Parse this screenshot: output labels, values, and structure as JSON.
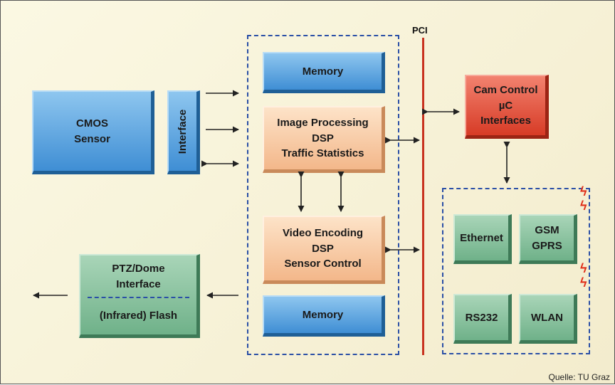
{
  "bus_label": "PCI",
  "boxes": {
    "cmos": [
      "CMOS",
      "Sensor"
    ],
    "interface": "Interface",
    "memory_top": "Memory",
    "image_processing": [
      "Image Processing",
      "DSP",
      "Traffic Statistics"
    ],
    "video_encoding": [
      "Video Encoding",
      "DSP",
      "Sensor Control"
    ],
    "memory_bottom": "Memory",
    "cam_control": [
      "Cam Control",
      "µC",
      "Interfaces"
    ],
    "ethernet": "Ethernet",
    "gsm": [
      "GSM",
      "GPRS"
    ],
    "rs232": "RS232",
    "wlan": "WLAN",
    "ptz": {
      "top": [
        "PTZ/Dome",
        "Interface"
      ],
      "bottom": "(Infrared) Flash"
    }
  },
  "source": "Quelle: TU Graz",
  "colors": {
    "blue": "#3f8ed4",
    "orange": "#f3b78a",
    "red": "#d73b26",
    "green": "#6fb189",
    "bus": "#c8321f",
    "dashed": "#2a4fa6"
  }
}
